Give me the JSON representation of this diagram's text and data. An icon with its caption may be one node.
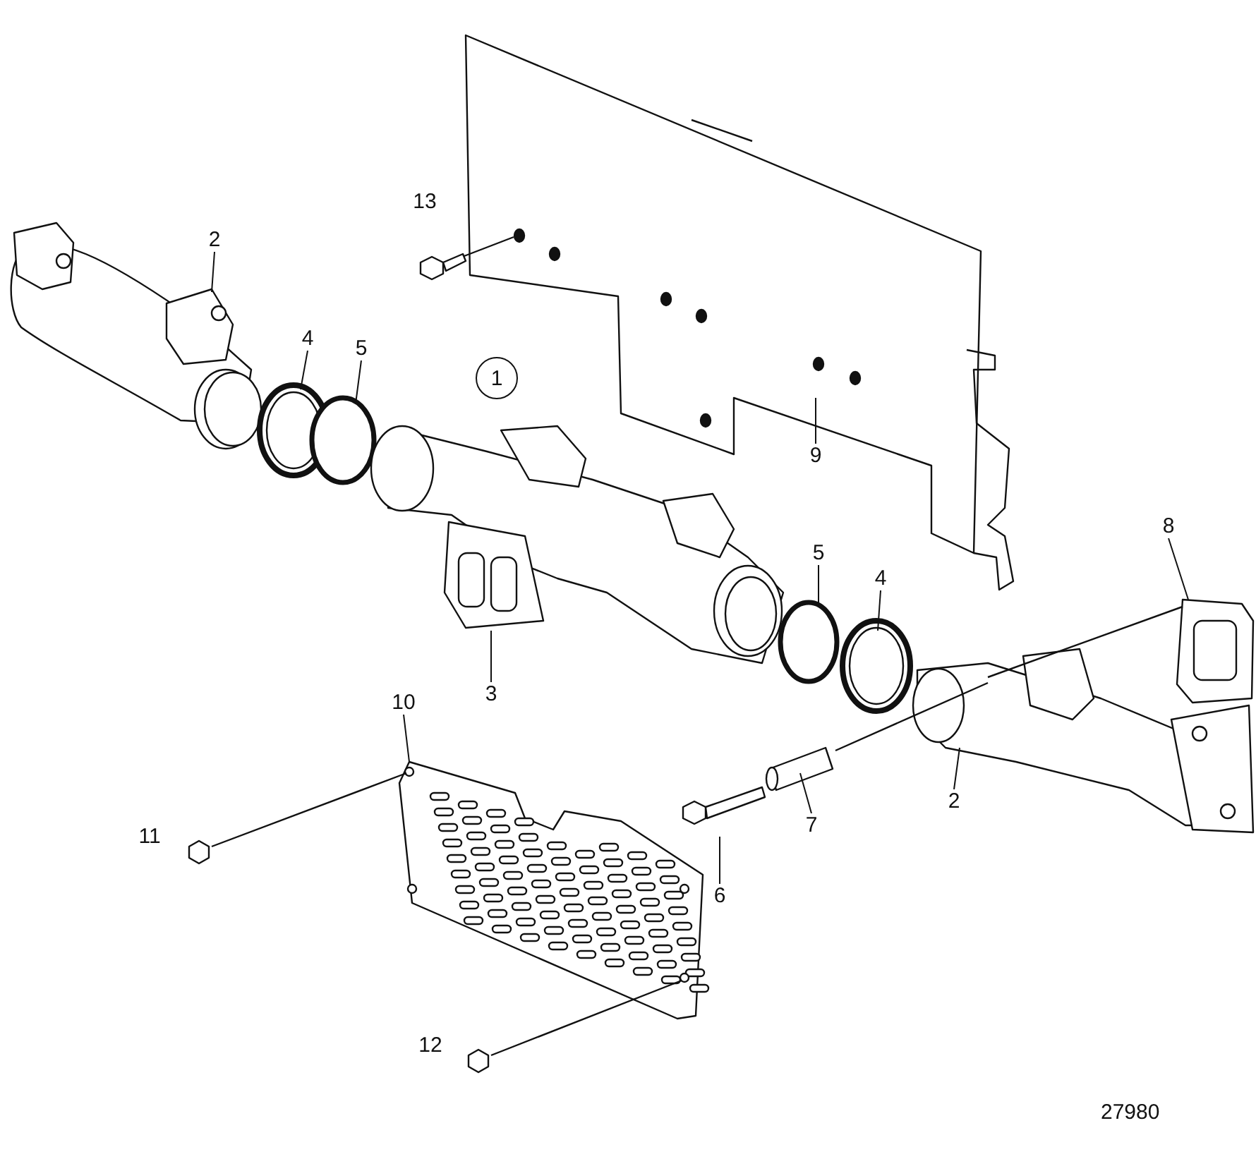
{
  "diagram": {
    "nodes": [
      {
        "text": [
          "2"
        ]
      },
      {
        "text": [
          "4"
        ]
      },
      {
        "text": [
          "5"
        ]
      },
      {
        "text": [
          "13"
        ]
      },
      {
        "text": [
          "1"
        ]
      },
      {
        "text": [
          "9"
        ]
      },
      {
        "text": [
          "3"
        ]
      },
      {
        "text": [
          "5"
        ]
      },
      {
        "text": [
          "4"
        ]
      },
      {
        "text": [
          "8"
        ]
      },
      {
        "text": [
          "10"
        ]
      },
      {
        "text": [
          "11"
        ]
      },
      {
        "text": [
          "6"
        ]
      },
      {
        "text": [
          "7"
        ]
      },
      {
        "text": [
          "2"
        ]
      },
      {
        "text": [
          "12"
        ]
      }
    ],
    "edges": [
      {
        "from": 0,
        "to": null,
        "arrow": "none"
      },
      {
        "from": 1,
        "to": null,
        "arrow": "none"
      },
      {
        "from": 2,
        "to": null,
        "arrow": "none"
      },
      {
        "from": 5,
        "to": null,
        "arrow": "none"
      },
      {
        "from": 6,
        "to": null,
        "arrow": "none"
      },
      {
        "from": 7,
        "to": null,
        "arrow": "none"
      },
      {
        "from": 8,
        "to": null,
        "arrow": "none"
      },
      {
        "from": 9,
        "to": null,
        "arrow": "none"
      },
      {
        "from": 10,
        "to": null,
        "arrow": "none"
      },
      {
        "from": 12,
        "to": null,
        "arrow": "none"
      },
      {
        "from": 13,
        "to": null,
        "arrow": "none"
      },
      {
        "from": 14,
        "to": null,
        "arrow": "none"
      }
    ],
    "labels": [
      "27980"
    ]
  }
}
